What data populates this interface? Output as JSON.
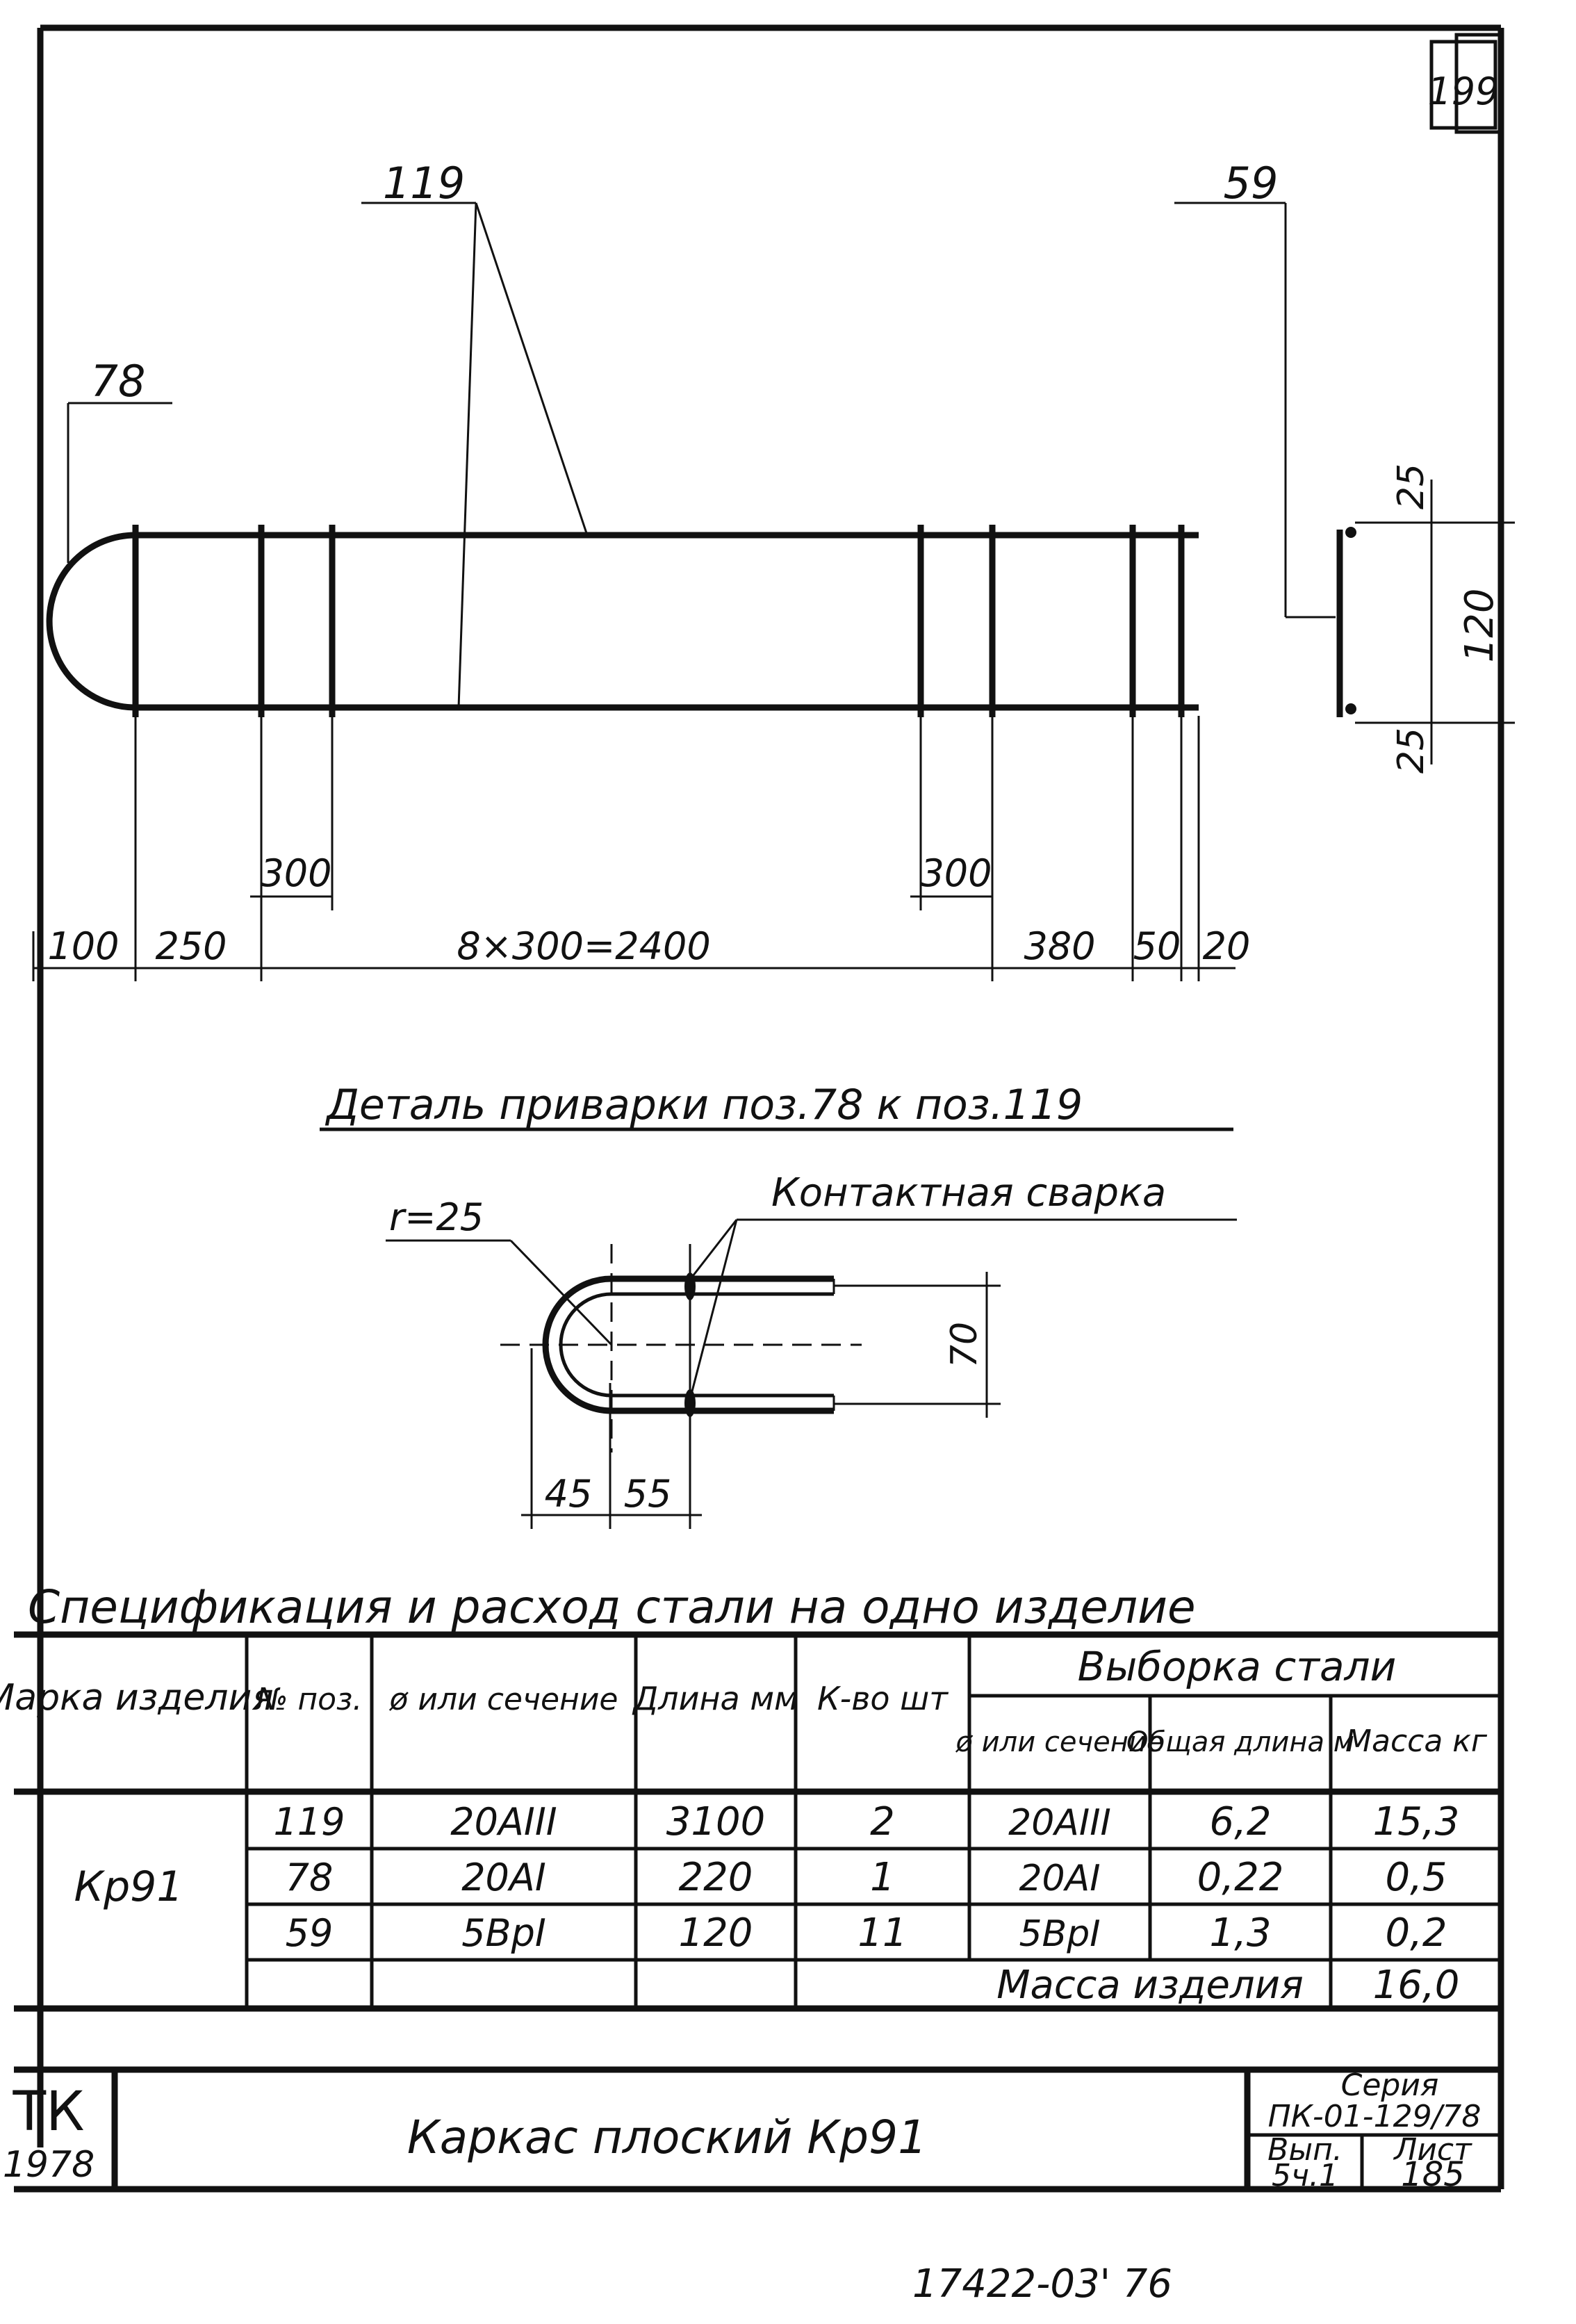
{
  "sheet_number": "199",
  "plan_view": {
    "labels": {
      "pos_119": "119",
      "pos_78": "78",
      "pos_59": "59"
    },
    "dimensions": {
      "d100": "100",
      "d250": "250",
      "d_span": "8×300=2400",
      "d380": "380",
      "d50": "50",
      "d20": "20",
      "d300_left": "300",
      "d300_right": "300"
    },
    "section_dims": {
      "top": "25",
      "height": "120",
      "bottom": "25"
    }
  },
  "detail": {
    "title": "Деталь приварки поз.78 к поз.119",
    "radius": "r=25",
    "weld_label": "Контактная сварка",
    "dim_height": "70",
    "dim_45": "45",
    "dim_55": "55"
  },
  "spec": {
    "title": "Спецификация и расход стали на одно изделие",
    "headers": {
      "mark": "Марка изделия",
      "pos": "№ поз.",
      "section": "ø или сечение",
      "length": "Длина мм",
      "qty": "К-во шт",
      "selection": "Выборка стали",
      "sel_section": "ø или сечение",
      "sel_length": "Общая длина м",
      "sel_mass": "Масса кг"
    },
    "mark_value": "Кр91",
    "rows": [
      {
        "pos": "119",
        "section": "20AIII",
        "length": "3100",
        "qty": "2",
        "sel_section": "20AIII",
        "sel_length": "6,2",
        "sel_mass": "15,3"
      },
      {
        "pos": "78",
        "section": "20AI",
        "length": "220",
        "qty": "1",
        "sel_section": "20AI",
        "sel_length": "0,22",
        "sel_mass": "0,5"
      },
      {
        "pos": "59",
        "section": "5BpI",
        "length": "120",
        "qty": "11",
        "sel_section": "5BpI",
        "sel_length": "1,3",
        "sel_mass": "0,2"
      }
    ],
    "total_label": "Масса изделия",
    "total_value": "16,0"
  },
  "title_block": {
    "org": "ТК",
    "year": "1978",
    "name": "Каркас плоский Кр91",
    "series_label": "Серия",
    "series_value": "ПК-01-129/78",
    "issue_label": "Вып.",
    "issue_value": "5ч.1",
    "sheet_label": "Лист",
    "sheet_value": "185"
  },
  "footer_code": "17422-03' 76"
}
